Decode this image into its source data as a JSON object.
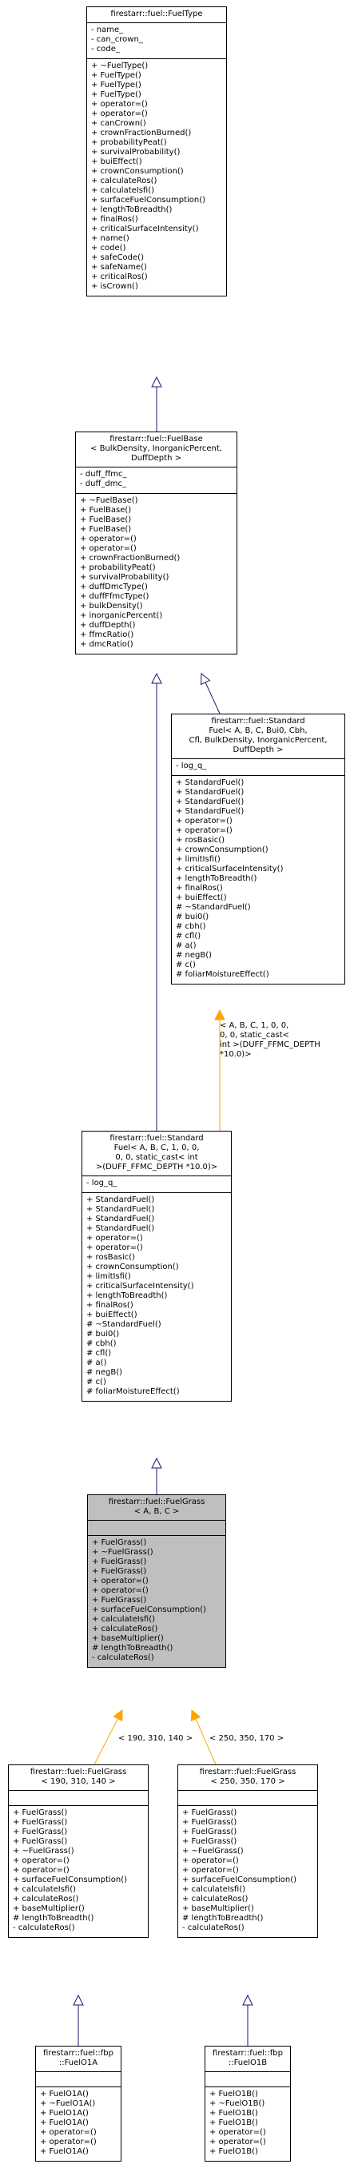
{
  "nodes": {
    "fueltype": {
      "title": "firestarr::fuel::FuelType",
      "attributes": [
        "- name_",
        "- can_crown_",
        "- code_"
      ],
      "methods": [
        "+ ~FuelType()",
        "+ FuelType()",
        "+ FuelType()",
        "+ FuelType()",
        "+ operator=()",
        "+ operator=()",
        "+ canCrown()",
        "+ crownFractionBurned()",
        "+ probabilityPeat()",
        "+ survivalProbability()",
        "+ buiEffect()",
        "+ crownConsumption()",
        "+ calculateRos()",
        "+ calculateIsfi()",
        "+ surfaceFuelConsumption()",
        "+ lengthToBreadth()",
        "+ finalRos()",
        "+ criticalSurfaceIntensity()",
        "+ name()",
        "+ code()",
        "+ safeCode()",
        "+ safeName()",
        "+ criticalRos()",
        "+ isCrown()"
      ]
    },
    "fuelbase": {
      "title": "firestarr::fuel::FuelBase\n< BulkDensity, InorganicPercent,\n DuffDepth >",
      "attributes": [
        "- duff_ffmc_",
        "- duff_dmc_"
      ],
      "methods": [
        "+ ~FuelBase()",
        "+ FuelBase()",
        "+ FuelBase()",
        "+ FuelBase()",
        "+ operator=()",
        "+ operator=()",
        "+ crownFractionBurned()",
        "+ probabilityPeat()",
        "+ survivalProbability()",
        "+ duffDmcType()",
        "+ duffFfmcType()",
        "+ bulkDensity()",
        "+ inorganicPercent()",
        "+ duffDepth()",
        "+ ffmcRatio()",
        "+ dmcRatio()"
      ]
    },
    "standard_a": {
      "title": "firestarr::fuel::Standard\nFuel< A, B, C, Bui0, Cbh,\n Cfl, BulkDensity, InorganicPercent,\n DuffDepth >",
      "attributes": [
        "- log_q_"
      ],
      "methods": [
        "+ StandardFuel()",
        "+ StandardFuel()",
        "+ StandardFuel()",
        "+ StandardFuel()",
        "+ operator=()",
        "+ operator=()",
        "+ rosBasic()",
        "+ crownConsumption()",
        "+ limitIsfi()",
        "+ criticalSurfaceIntensity()",
        "+ lengthToBreadth()",
        "+ finalRos()",
        "+ buiEffect()",
        "# ~StandardFuel()",
        "# bui0()",
        "# cbh()",
        "# cfl()",
        "# a()",
        "# negB()",
        "# c()",
        "# foliarMoistureEffect()"
      ]
    },
    "standard_b": {
      "title": "firestarr::fuel::Standard\nFuel< A, B, C, 1, 0, 0,\n 0, 0, static_cast< int\n >(DUFF_FFMC_DEPTH *10.0)>",
      "attributes": [
        "- log_q_"
      ],
      "methods": [
        "+ StandardFuel()",
        "+ StandardFuel()",
        "+ StandardFuel()",
        "+ StandardFuel()",
        "+ operator=()",
        "+ operator=()",
        "+ rosBasic()",
        "+ crownConsumption()",
        "+ limitIsfi()",
        "+ criticalSurfaceIntensity()",
        "+ lengthToBreadth()",
        "+ finalRos()",
        "+ buiEffect()",
        "# ~StandardFuel()",
        "# bui0()",
        "# cbh()",
        "# cfl()",
        "# a()",
        "# negB()",
        "# c()",
        "# foliarMoistureEffect()"
      ]
    },
    "fuelgrass": {
      "title": "firestarr::fuel::FuelGrass\n< A, B, C >",
      "attributes": [],
      "methods": [
        "+ FuelGrass()",
        "+ ~FuelGrass()",
        "+ FuelGrass()",
        "+ FuelGrass()",
        "+ operator=()",
        "+ operator=()",
        "+ FuelGrass()",
        "+ surfaceFuelConsumption()",
        "+ calculateIsfi()",
        "+ calculateRos()",
        "+ baseMultiplier()",
        "# lengthToBreadth()",
        "- calculateRos()"
      ]
    },
    "fuelgrass_190": {
      "title": "firestarr::fuel::FuelGrass\n< 190, 310, 140 >",
      "attributes": [],
      "methods": [
        "+ FuelGrass()",
        "+ FuelGrass()",
        "+ FuelGrass()",
        "+ FuelGrass()",
        "+ ~FuelGrass()",
        "+ operator=()",
        "+ operator=()",
        "+ surfaceFuelConsumption()",
        "+ calculateIsfi()",
        "+ calculateRos()",
        "+ baseMultiplier()",
        "# lengthToBreadth()",
        "- calculateRos()"
      ]
    },
    "fuelgrass_250": {
      "title": "firestarr::fuel::FuelGrass\n< 250, 350, 170 >",
      "attributes": [],
      "methods": [
        "+ FuelGrass()",
        "+ FuelGrass()",
        "+ FuelGrass()",
        "+ FuelGrass()",
        "+ ~FuelGrass()",
        "+ operator=()",
        "+ operator=()",
        "+ surfaceFuelConsumption()",
        "+ calculateIsfi()",
        "+ calculateRos()",
        "+ baseMultiplier()",
        "# lengthToBreadth()",
        "- calculateRos()"
      ]
    },
    "fuelo1a": {
      "title": "firestarr::fuel::fbp\n::FuelO1A",
      "attributes": [],
      "methods": [
        "+ FuelO1A()",
        "+ ~FuelO1A()",
        "+ FuelO1A()",
        "+ FuelO1A()",
        "+ operator=()",
        "+ operator=()",
        "+ FuelO1A()"
      ]
    },
    "fuelo1b": {
      "title": "firestarr::fuel::fbp\n::FuelO1B",
      "attributes": [],
      "methods": [
        "+ FuelO1B()",
        "+ ~FuelO1B()",
        "+ FuelO1B()",
        "+ FuelO1B()",
        "+ operator=()",
        "+ operator=()",
        "+ FuelO1B()"
      ]
    }
  },
  "edge_labels": {
    "template_standard": "< A, B, C, 1, 0, 0,\n 0, 0, static_cast<\nint >(DUFF_FFMC_DEPTH\n *10.0)>",
    "template_190": "< 190, 310, 140 >",
    "template_250": "< 250, 350, 170 >"
  },
  "colors": {
    "inheritance": "#191970",
    "template": "#ffa500",
    "focus_fill": "#bfbfbf"
  }
}
